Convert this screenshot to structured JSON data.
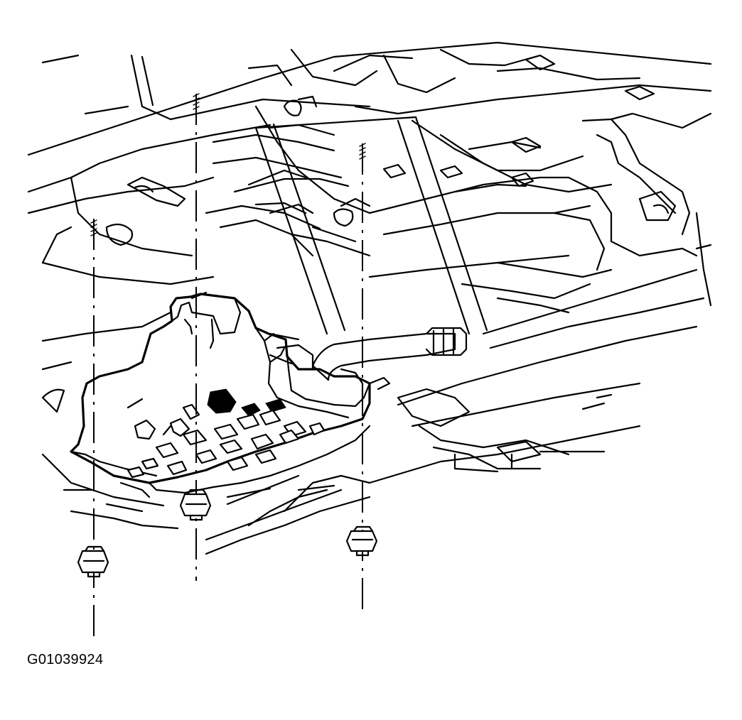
{
  "figure": {
    "id_label": "G01039924",
    "subject": "underbody-skid-shield-removal",
    "fasteners": [
      {
        "kind": "stud-and-nut",
        "icon": "nut-icon"
      },
      {
        "kind": "stud-and-nut",
        "icon": "nut-icon"
      },
      {
        "kind": "stud-and-nut",
        "icon": "nut-icon"
      }
    ]
  }
}
